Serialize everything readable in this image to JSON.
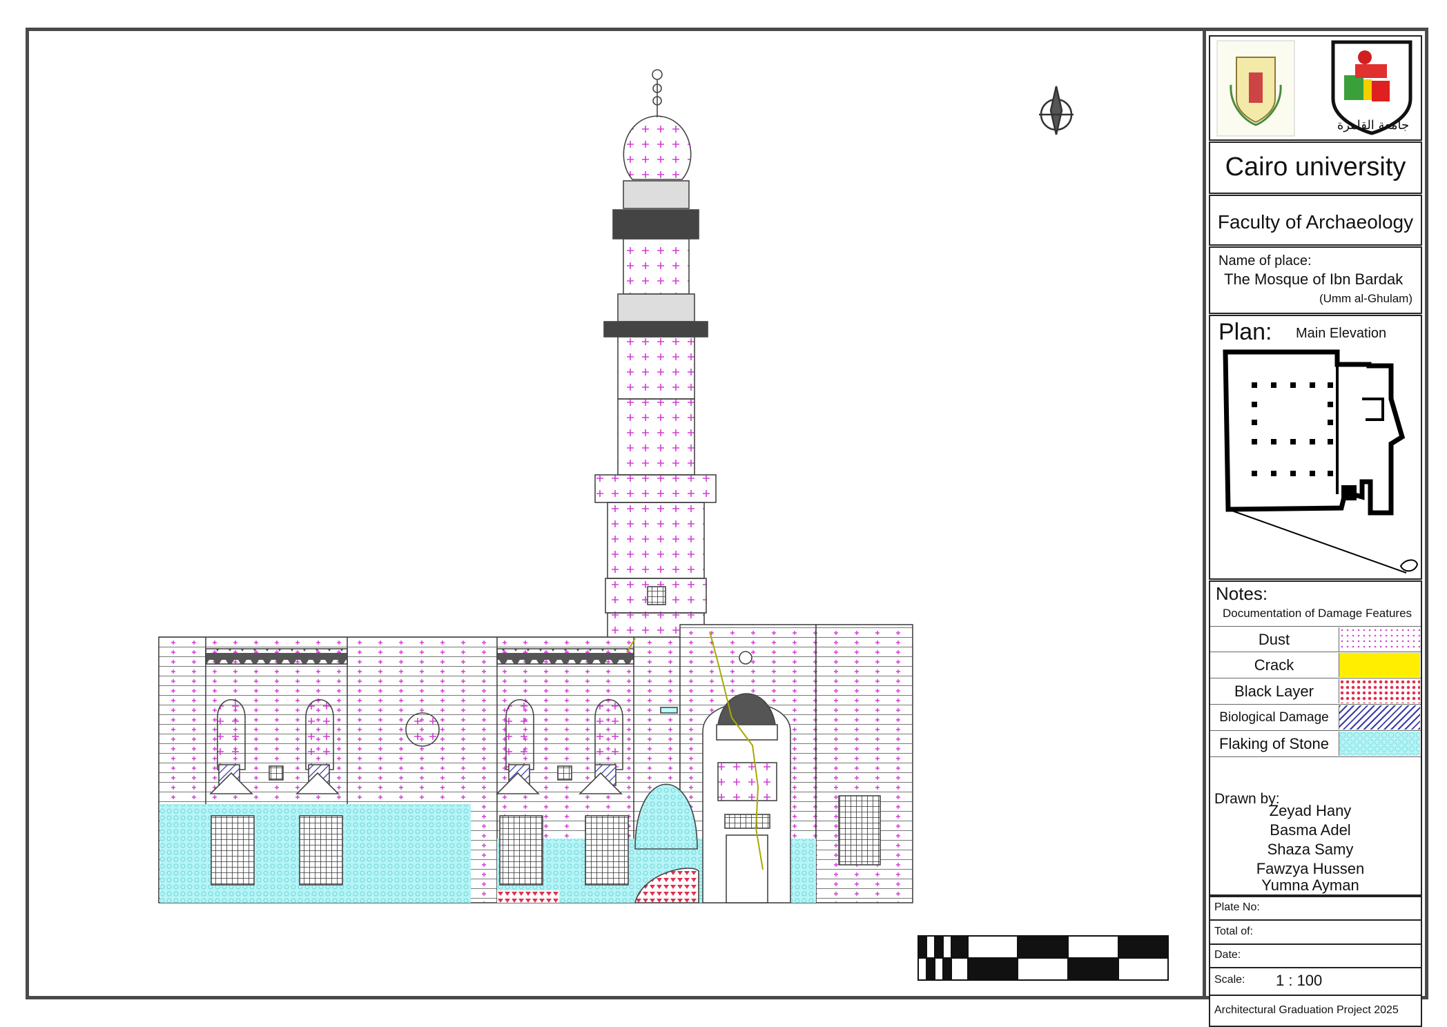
{
  "drawing": {
    "type": "architectural main elevation",
    "north_arrow": "north-arrow-icon",
    "scale_bar": "scale-bar"
  },
  "title_block": {
    "logos": [
      "faculty-of-archaeology-logo",
      "cairo-university-logo"
    ],
    "logo_script": "جامعة القاهرة",
    "university": "Cairo university",
    "faculty": "Faculty of Archaeology",
    "place_label": "Name of place:",
    "place_name": "The Mosque of Ibn Bardak",
    "place_alt_name": "(Umm al-Ghulam)",
    "plan_label": "Plan:",
    "plan_view": "Main Elevation",
    "notes_label": "Notes:",
    "notes_text": "Documentation of Damage Features",
    "legend": [
      {
        "label": "Dust",
        "pattern": "dust",
        "color": "#d23ad6"
      },
      {
        "label": "Crack",
        "pattern": "crack",
        "color": "#ffee00"
      },
      {
        "label": "Black Layer",
        "pattern": "black-layer",
        "color": "#e0304e"
      },
      {
        "label": "Biological Damage",
        "pattern": "biological",
        "color": "#3a3aa8"
      },
      {
        "label": "Flaking of Stone",
        "pattern": "flaking",
        "color": "#9ff2f4"
      }
    ],
    "drawn_by_label": "Drawn by:",
    "drawn_by": [
      "Zeyad Hany",
      "Basma Adel",
      "Shaza Samy",
      "Fawzya Hussen",
      "Yumna Ayman"
    ],
    "plate_label": "Plate No:",
    "total_label": "Total of:",
    "date_label": "Date:",
    "scale_label": "Scale:",
    "scale_value": "1 : 100",
    "project": "Architectural Graduation Project 2025"
  },
  "colors": {
    "frame": "#4a4a4a",
    "dust": "#d23ad6",
    "crack": "#ffee00",
    "black_layer": "#e0304e",
    "biological": "#3a3aa8",
    "flaking": "#9ff2f4"
  }
}
